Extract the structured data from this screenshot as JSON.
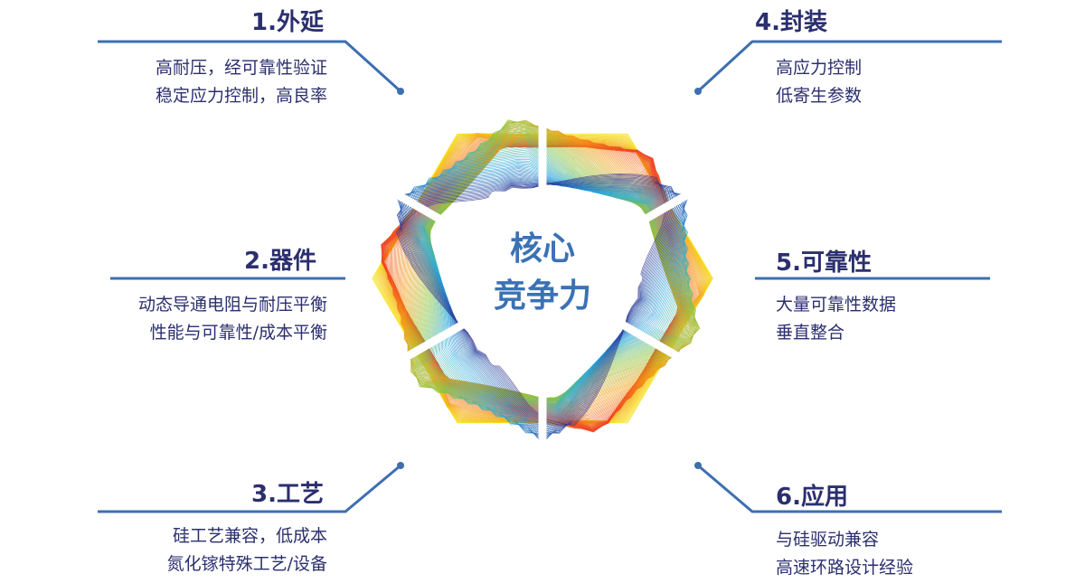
{
  "center": {
    "line1": "核心",
    "line2": "竞争力"
  },
  "colors": {
    "line": "#3d6fb0",
    "title": "#2b2f6e",
    "center": "#3b72b5"
  },
  "items": [
    {
      "title": "1.外延",
      "lines": [
        "高耐压，经可靠性验证",
        "稳定应力控制，高良率"
      ]
    },
    {
      "title": "2.器件",
      "lines": [
        "动态导通电阻与耐压平衡",
        "性能与可靠性/成本平衡"
      ]
    },
    {
      "title": "3.工艺",
      "lines": [
        "硅工艺兼容，低成本",
        "氮化镓特殊工艺/设备"
      ]
    },
    {
      "title": "4.封装",
      "lines": [
        "高应力控制",
        "低寄生参数"
      ]
    },
    {
      "title": "5.可靠性",
      "lines": [
        "大量可靠性数据",
        "垂直整合"
      ]
    },
    {
      "title": "6.应用",
      "lines": [
        "与硅驱动兼容",
        "高速环路设计经验"
      ]
    }
  ]
}
